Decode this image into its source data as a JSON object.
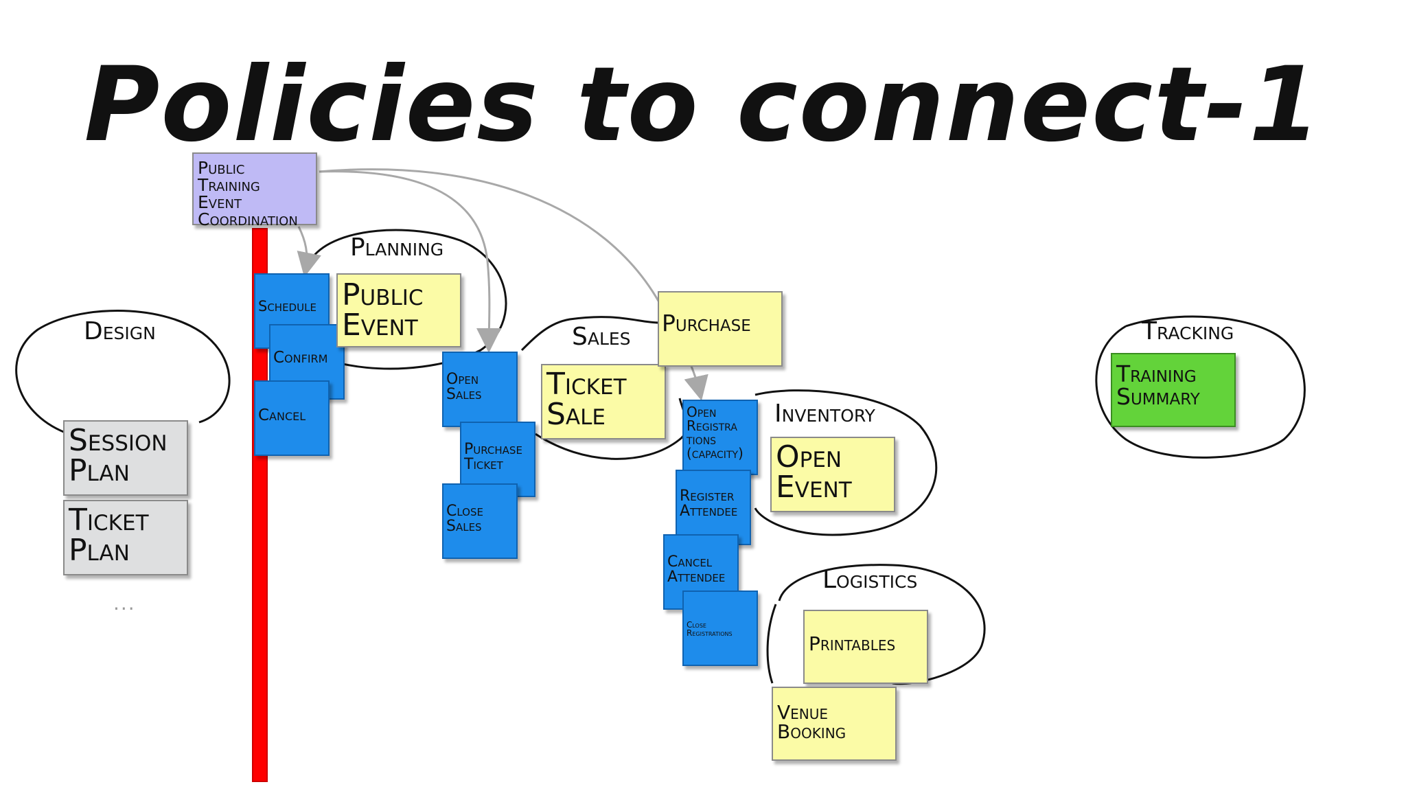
{
  "title": "Policies to connect-1",
  "contexts": {
    "design": "Design",
    "planning": "Planning",
    "sales": "Sales",
    "inventory": "Inventory",
    "logistics": "Logistics",
    "tracking": "Tracking"
  },
  "stickies": {
    "coordination": "Public Training\nEvent\nCoordination",
    "session_plan": "Session\nPlan",
    "ticket_plan": "Ticket\nPlan",
    "schedule": "Schedule",
    "confirm": "Confirm",
    "cancel": "Cancel",
    "public_event": "Public\nEvent",
    "open_sales": "Open\nSales",
    "purchase_ticket": "Purchase\nTicket",
    "close_sales": "Close\nSales",
    "ticket_sale": "Ticket\nSale",
    "purchase": "Purchase",
    "open_registrations": "Open\nRegistra\ntions\n(capacity)",
    "register_attendee": "Register\nAttendee",
    "cancel_attendee": "Cancel\nAttendee",
    "close_registrations": "Close\nRegistrations",
    "open_event": "Open\nEvent",
    "printables": "Printables",
    "venue_booking": "Venue\nBooking",
    "training_summary": "Training\nSummary"
  },
  "more_indicator": "...",
  "colors": {
    "command": "#1e8ceb",
    "aggregate": "#fbfba6",
    "read_model": "#dedfe0",
    "policy": "#bfbaf5",
    "summary": "#63d33a",
    "timeline": "#ff0000",
    "arrow": "#a8a8a8"
  }
}
